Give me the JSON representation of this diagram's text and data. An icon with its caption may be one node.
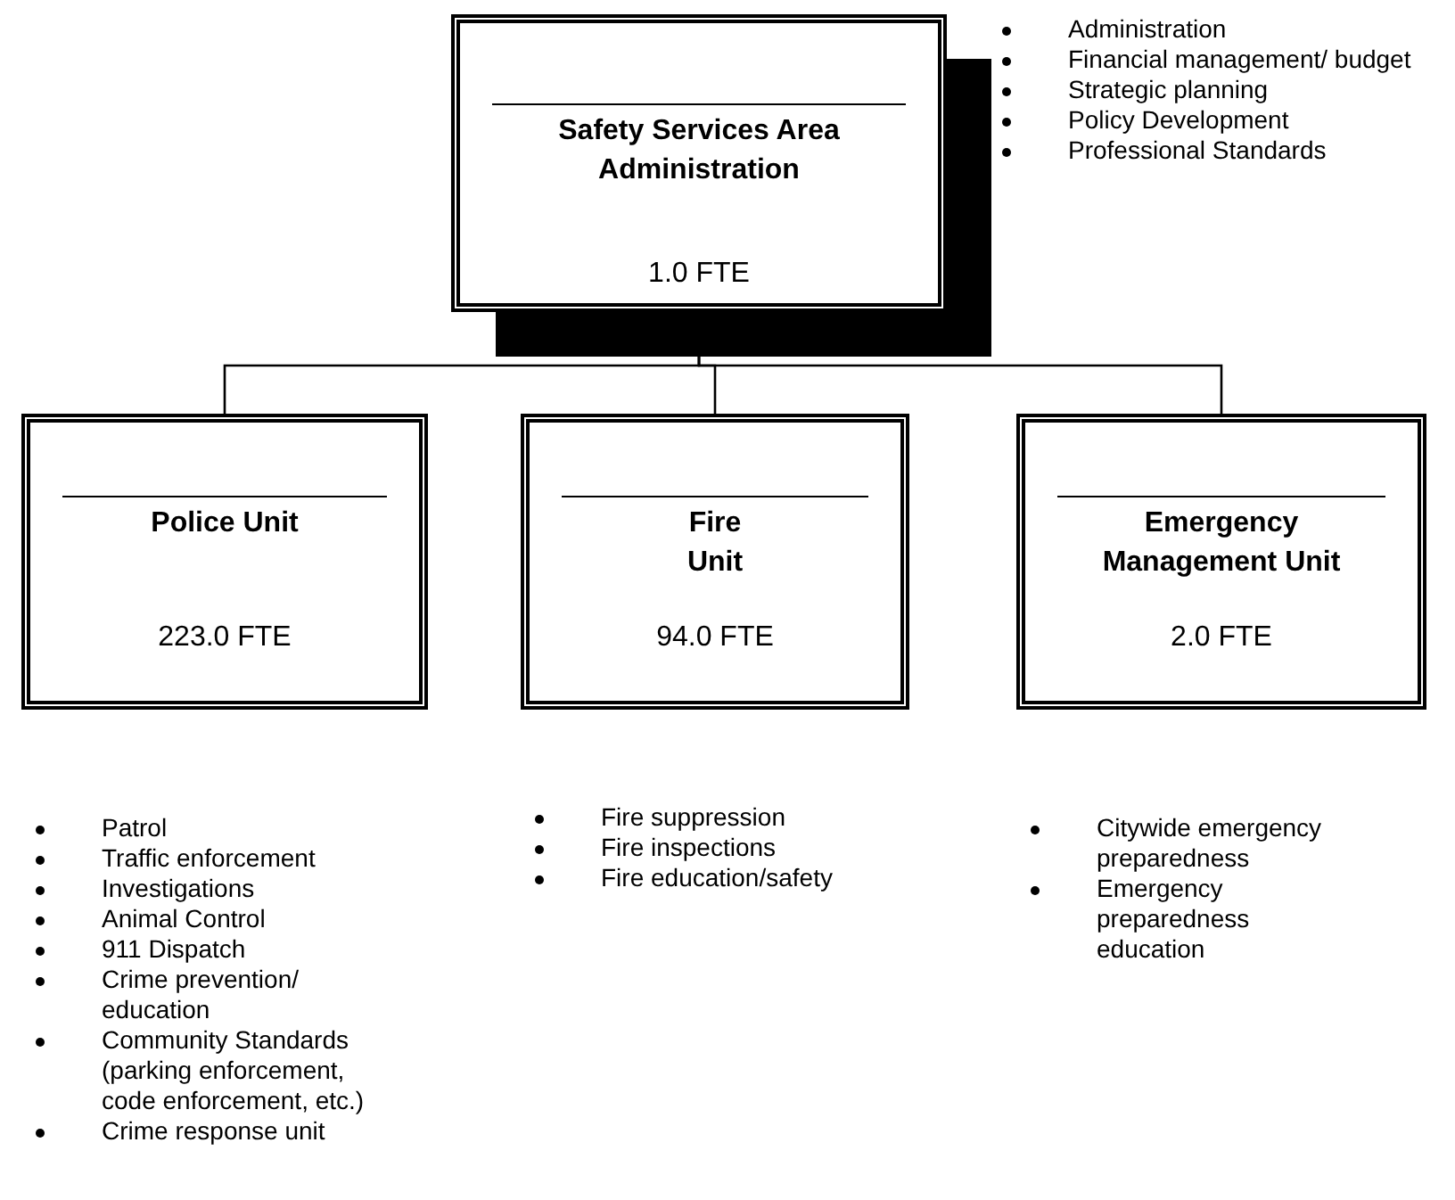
{
  "diagram": {
    "nodes": [
      {
        "text": [
          "Safety Services Area Administration",
          "1.0 FTE"
        ],
        "beside": [
          "Administration",
          "Financial management/ budget",
          "Strategic planning",
          "Policy Development",
          "Professional Standards"
        ]
      },
      {
        "text": [
          "Police Unit",
          "223.0 FTE"
        ],
        "beside": [
          "Patrol",
          "Traffic enforcement",
          "Investigations",
          "Animal Control",
          "911 Dispatch",
          "Crime prevention/ education",
          "Community Standards (parking enforcement, code enforcement, etc.)",
          "Crime response unit"
        ]
      },
      {
        "text": [
          "Fire Unit",
          "94.0 FTE"
        ],
        "beside": [
          "Fire suppression",
          "Fire inspections",
          "Fire education/safety"
        ]
      },
      {
        "text": [
          "Emergency Management Unit",
          "2.0 FTE"
        ],
        "beside": [
          "Citywide emergency preparedness",
          "Emergency preparedness education"
        ]
      }
    ],
    "edges": [
      {
        "from": 0,
        "to": 1,
        "arrow": "none"
      },
      {
        "from": 0,
        "to": 2,
        "arrow": "none"
      },
      {
        "from": 0,
        "to": 3,
        "arrow": "none"
      }
    ]
  }
}
